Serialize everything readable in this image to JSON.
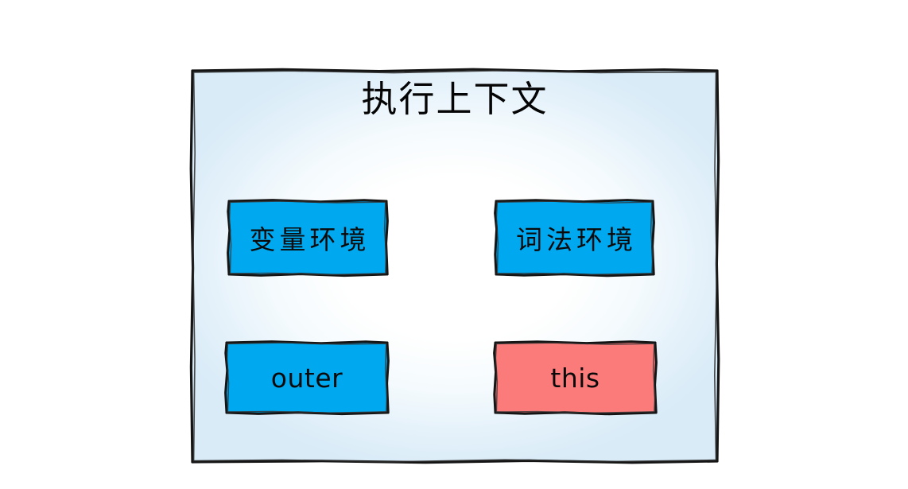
{
  "diagram": {
    "title": "执行上下文",
    "frame": {
      "name": "execution-context-frame",
      "border_color": "#1a1a1a",
      "background_glow": "#d8ebf7"
    },
    "colors": {
      "blue": "#00a8f0",
      "red": "#fb7b7b",
      "stroke": "#141414",
      "text": "#0a0a0a",
      "page_background": "#ffffff"
    },
    "nodes": [
      {
        "id": "variable-environment",
        "label": "变量环境",
        "color": "#00a8f0",
        "script": "cjk",
        "row": 1,
        "column": 1
      },
      {
        "id": "lexical-environment",
        "label": "词法环境",
        "color": "#00a8f0",
        "script": "cjk",
        "row": 1,
        "column": 2
      },
      {
        "id": "outer",
        "label": "outer",
        "color": "#00a8f0",
        "script": "latin",
        "row": 2,
        "column": 1
      },
      {
        "id": "this",
        "label": "this",
        "color": "#fb7b7b",
        "script": "latin",
        "row": 2,
        "column": 2
      }
    ]
  }
}
